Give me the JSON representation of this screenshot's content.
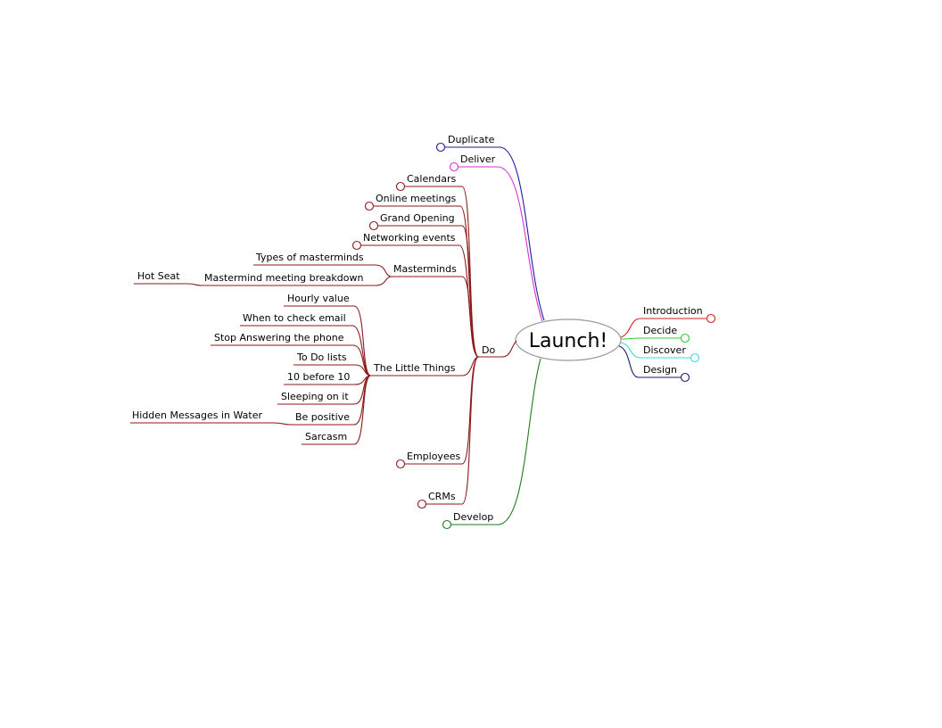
{
  "colors": {
    "do": "#8b1a1a",
    "develop": "#1f7a1f",
    "duplicate": "#1a1aa0",
    "deliver": "#d633d6",
    "introduction": "#cc2222",
    "decide": "#33cc33",
    "discover": "#33dddd",
    "design": "#1a1a70",
    "root_border": "#999999"
  },
  "root": {
    "label": "Launch!"
  },
  "left": {
    "duplicate": "Duplicate",
    "deliver": "Deliver",
    "do": {
      "label": "Do",
      "calendars": "Calendars",
      "online_meetings": "Online meetings",
      "grand_opening": "Grand Opening",
      "networking_events": "Networking events",
      "masterminds": {
        "label": "Masterminds",
        "types": "Types of masterminds",
        "breakdown": "Mastermind meeting breakdown",
        "hot_seat": "Hot Seat"
      },
      "little_things": {
        "label": "The Little Things",
        "hourly_value": "Hourly value",
        "check_email": "When to check email",
        "stop_answering": "Stop Answering the phone",
        "todo_lists": "To Do lists",
        "ten_before_ten": "10 before 10",
        "sleeping": "Sleeping on it",
        "be_positive": "Be positive",
        "hidden_messages": "Hidden Messages in Water",
        "sarcasm": "Sarcasm"
      },
      "employees": "Employees",
      "crms": "CRMs"
    },
    "develop": "Develop"
  },
  "right": {
    "introduction": "Introduction",
    "decide": "Decide",
    "discover": "Discover",
    "design": "Design"
  }
}
